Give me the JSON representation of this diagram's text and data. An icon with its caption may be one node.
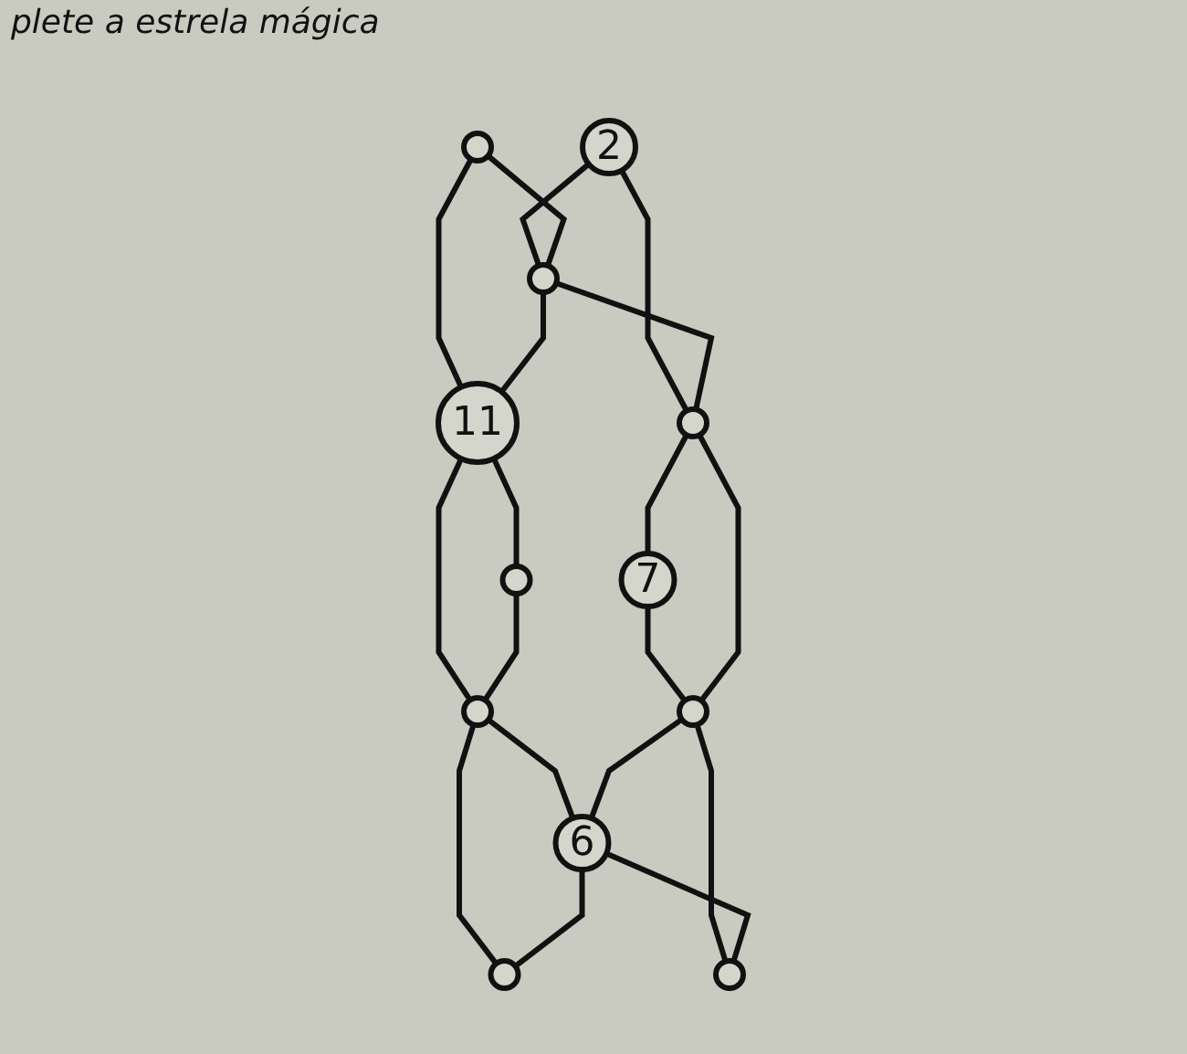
{
  "diagram": {
    "title": "plete a estrela mágica",
    "nodes": [
      {
        "text": [
          "2"
        ]
      },
      {
        "text": [],
        "shape": "circle"
      },
      {
        "text": [],
        "shape": "circle"
      },
      {
        "text": [],
        "shape": "circle"
      },
      {
        "text": [
          "7"
        ]
      },
      {
        "text": [
          "11"
        ]
      },
      {
        "text": [],
        "shape": "circle"
      },
      {
        "text": [],
        "shape": "circle"
      },
      {
        "text": [],
        "shape": "circle"
      },
      {
        "text": [
          "6"
        ]
      },
      {
        "text": [],
        "shape": "circle"
      },
      {
        "text": [],
        "shape": "circle"
      }
    ],
    "edges": [
      {
        "from": 0,
        "to": 2,
        "arrow": "none"
      },
      {
        "from": 0,
        "to": 3,
        "arrow": "none"
      },
      {
        "from": 1,
        "to": 2,
        "arrow": "none"
      },
      {
        "from": 2,
        "to": 3,
        "arrow": "none"
      },
      {
        "from": 3,
        "to": 4,
        "arrow": "none"
      },
      {
        "from": 1,
        "to": 5,
        "arrow": "none"
      },
      {
        "from": 2,
        "to": 5,
        "arrow": "none"
      },
      {
        "from": 4,
        "to": 6,
        "arrow": "none"
      },
      {
        "from": 3,
        "to": 6,
        "arrow": "none"
      },
      {
        "from": 5,
        "to": 7,
        "arrow": "none"
      },
      {
        "from": 5,
        "to": 8,
        "arrow": "none"
      },
      {
        "from": 7,
        "to": 8,
        "arrow": "none"
      },
      {
        "from": 8,
        "to": 9,
        "arrow": "none"
      },
      {
        "from": 8,
        "to": 11,
        "arrow": "none"
      },
      {
        "from": 9,
        "to": 11,
        "arrow": "none"
      },
      {
        "from": 6,
        "to": 9,
        "arrow": "none"
      },
      {
        "from": 6,
        "to": 10,
        "arrow": "none"
      },
      {
        "from": 9,
        "to": 10,
        "arrow": "none"
      }
    ]
  }
}
